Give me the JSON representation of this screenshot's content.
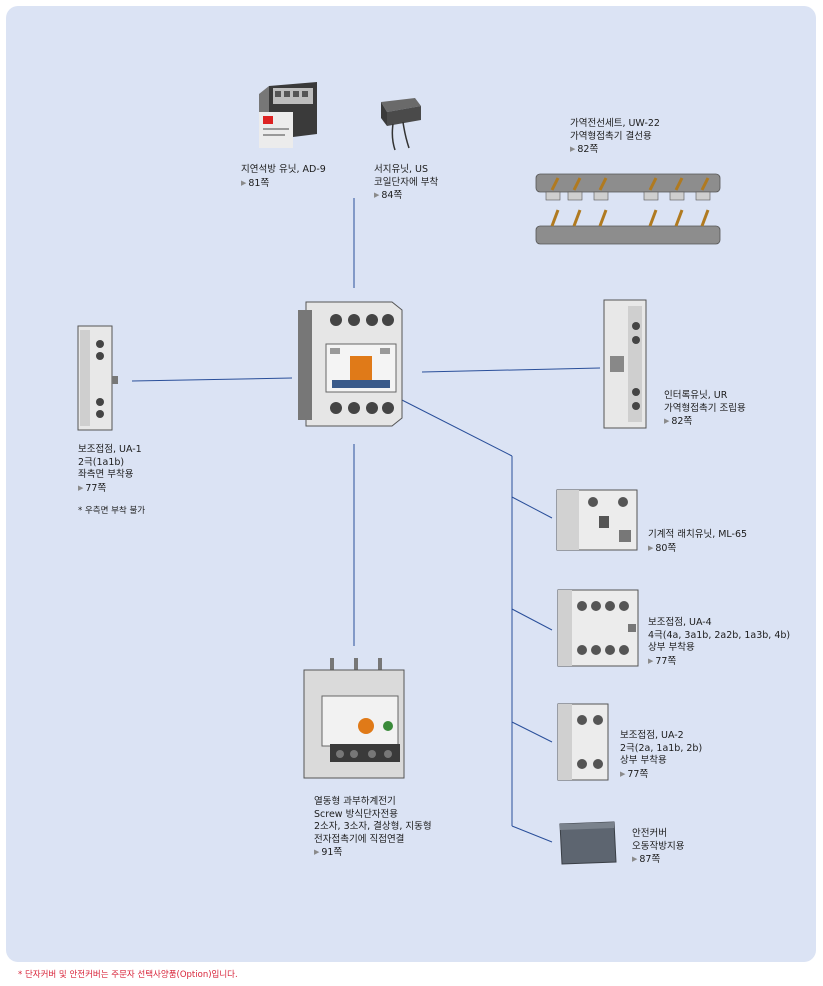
{
  "colors": {
    "panel": "#dbe3f4",
    "line": "#2a4f9a",
    "footnote": "#d8243a"
  },
  "items": {
    "ad9": {
      "name": "지연석방 유닛, AD-9",
      "page": "81쪽"
    },
    "us": {
      "name": "서지유닛, US",
      "desc": "코일단자에 부착",
      "page": "84쪽"
    },
    "uw22": {
      "name": "가역전선세트, UW-22",
      "desc": "가역형접촉기 결선용",
      "page": "82쪽"
    },
    "ua1": {
      "name": "보조접점, UA-1",
      "desc1": "2극(1a1b)",
      "desc2": "좌측면 부착용",
      "page": "77쪽",
      "note": "* 우측면 부착 불가"
    },
    "ur": {
      "name": "인터록유닛, UR",
      "desc": "가역형접촉기 조립용",
      "page": "82쪽"
    },
    "ml65": {
      "name": "기계적 래치유닛, ML-65",
      "page": "80쪽"
    },
    "ua4": {
      "name": "보조접점, UA-4",
      "desc1": "4극(4a, 3a1b, 2a2b, 1a3b, 4b)",
      "desc2": "상부 부착용",
      "page": "77쪽"
    },
    "ua2": {
      "name": "보조접점, UA-2",
      "desc1": "2극(2a, 1a1b, 2b)",
      "desc2": "상부 부착용",
      "page": "77쪽"
    },
    "cover": {
      "name": "안전커버",
      "desc": "오동작방지용",
      "page": "87쪽"
    },
    "relay": {
      "name": "열동형 과부하계전기",
      "desc1": "Screw 방식단자전용",
      "desc2": "2소자, 3소자, 결상형, 지동형",
      "desc3": "전자접촉기에 직접연결",
      "page": "91쪽"
    }
  },
  "footnote": "* 단자커버 및 안전커버는 주문자 선택사양품(Option)입니다."
}
